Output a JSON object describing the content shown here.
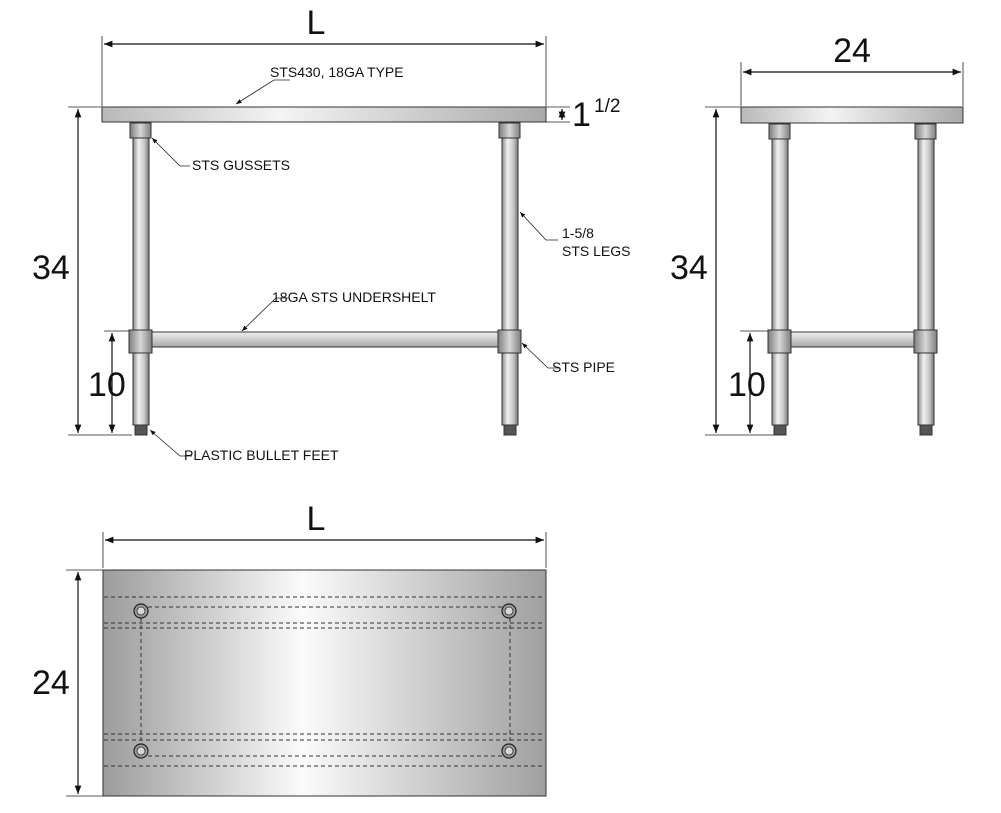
{
  "front_view": {
    "length_label": "L",
    "height_label": "34",
    "thickness_label": "1",
    "thickness_fraction": "1/2",
    "undershelf_height_label": "10",
    "callouts": {
      "top": "STS430, 18GA TYPE",
      "gussets": "STS GUSSETS",
      "legs_line1": "1-5/8",
      "legs_line2": "STS LEGS",
      "undershelf": "18GA STS UNDERSHELT",
      "pipe": "STS PIPE",
      "feet": "PLASTIC BULLET FEET"
    }
  },
  "side_view": {
    "depth_label": "24",
    "height_label": "34",
    "undershelf_height_label": "10"
  },
  "top_view": {
    "length_label": "L",
    "depth_label": "24"
  }
}
